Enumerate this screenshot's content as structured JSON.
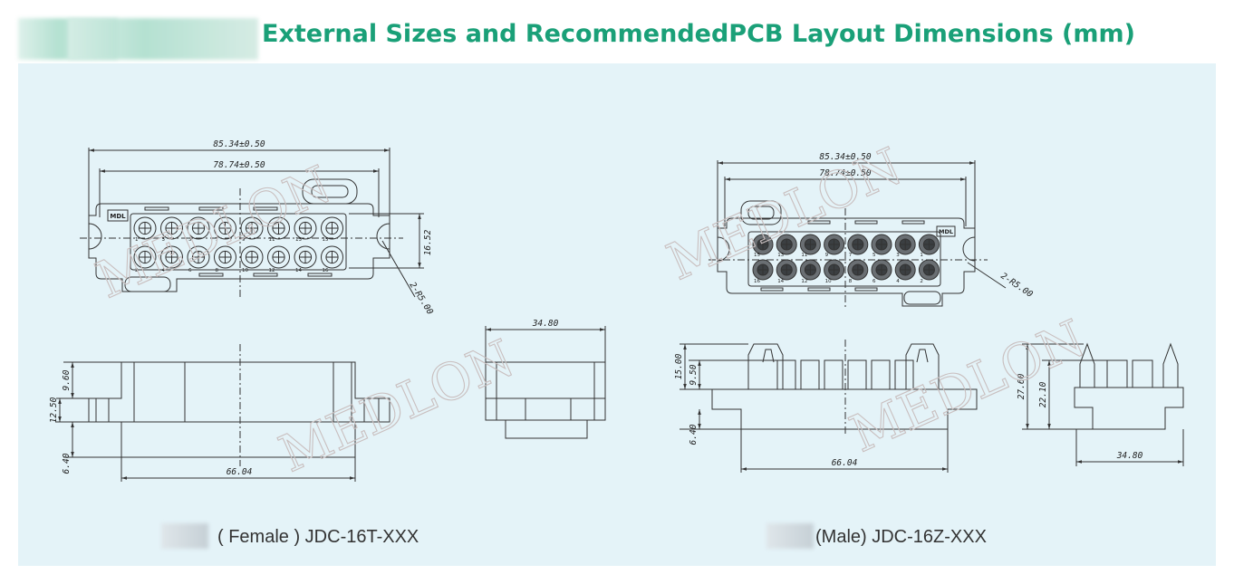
{
  "header": {
    "title": "External Sizes and RecommendedPCB Layout Dimensions (mm)",
    "title_color": "#1aa078"
  },
  "panel": {
    "background": "#e4f3f8"
  },
  "watermark": {
    "text": "MEDLON"
  },
  "female": {
    "caption": "( Female ) JDC-16T-XXX",
    "logo_label": "MDL",
    "dims": {
      "overall_width": "85.34±0.50",
      "pitch_width": "78.74±0.50",
      "height": "16.52",
      "radius": "2-R5.00",
      "side_width": "34.80",
      "h1": "9.60",
      "h2": "12.50",
      "h3": "6.40",
      "base": "66.04"
    },
    "pin_numbers_top": [
      "1",
      "3",
      "5",
      "7",
      "9",
      "11",
      "13",
      "15"
    ],
    "pin_numbers_bottom": [
      "2",
      "4",
      "6",
      "8",
      "10",
      "12",
      "14",
      "16"
    ]
  },
  "male": {
    "caption": "(Male) JDC-16Z-XXX",
    "logo_label": "MDL",
    "dims": {
      "overall_width": "85.34±0.50",
      "pitch_width": "78.74±0.50",
      "radius": "2-R5.00",
      "h1": "15.00",
      "h2": "9.50",
      "h3": "6.40",
      "base": "66.04",
      "side_h1": "27.60",
      "side_h2": "22.10",
      "side_width": "34.80"
    },
    "pin_numbers_top": [
      "15",
      "13",
      "11",
      "9",
      "7",
      "5",
      "3",
      "1"
    ],
    "pin_numbers_bottom": [
      "16",
      "14",
      "12",
      "10",
      "8",
      "6",
      "4",
      "2"
    ]
  }
}
